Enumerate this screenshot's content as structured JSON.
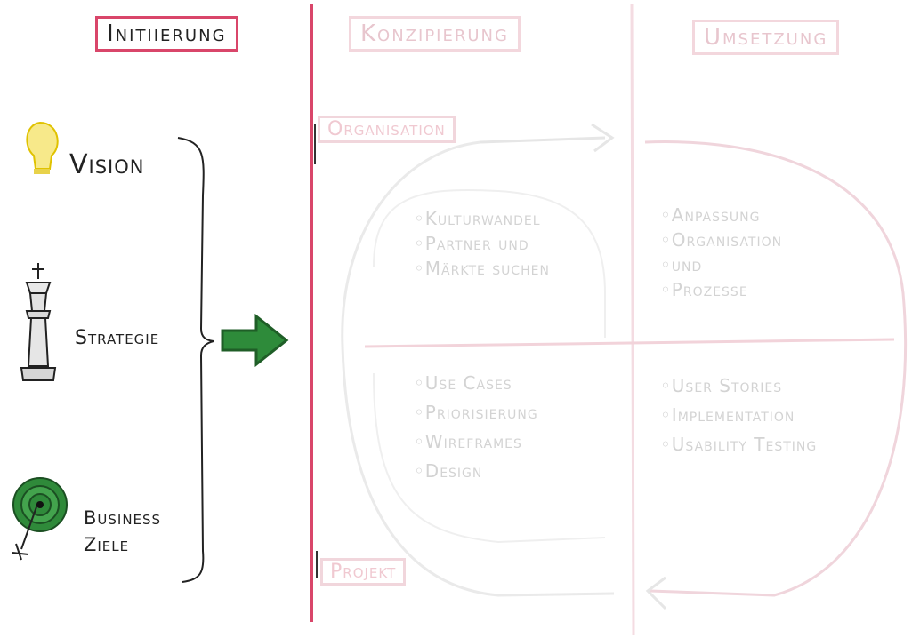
{
  "headers": {
    "initiierung": "Initiierung",
    "konzipierung": "Konzipierung",
    "umsetzung": "Umsetzung"
  },
  "left": {
    "vision": "Vision",
    "strategie": "Strategie",
    "business_ziele_line1": "Business",
    "business_ziele_line2": "Ziele"
  },
  "tags": {
    "organisation": "Organisation",
    "projekt": "Projekt"
  },
  "quadrants": {
    "top_left": [
      "Kulturwandel",
      "Partner und",
      "Märkte suchen"
    ],
    "top_right": [
      "Anpassung",
      "Organisation",
      "und",
      "Prozesse"
    ],
    "bottom_left": [
      "Use Cases",
      "Priorisierung",
      "Wireframes",
      "Design"
    ],
    "bottom_right": [
      "User Stories",
      "Implementation",
      "Usability Testing"
    ]
  },
  "colors": {
    "accent_red": "#d9466a",
    "faint_pink": "#f2d3da",
    "arrow_green": "#2e8b3a",
    "bulb_yellow": "#f4e04d"
  }
}
